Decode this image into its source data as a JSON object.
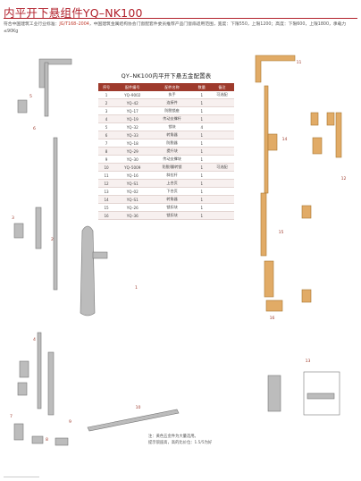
{
  "header": {
    "title": "内平开下悬组件YQ–NK100",
    "intro_prefix": "符合中国建筑工业行业标准：",
    "intro_standard": "JG/T168–2004",
    "intro_rest": "，中国建筑金属结构协会门窗配套件委员推荐产品门窗扇适用范围，宽度：下限550，上限1200；高度：下限600，上限1800，承载力≤90Kg"
  },
  "table": {
    "title": "QY–NK100内平开下悬五金配置表",
    "columns": [
      "序号",
      "配件编号",
      "配件名称",
      "数量",
      "备注"
    ],
    "rows": [
      [
        "1",
        "YQ–9002",
        "执手",
        "1",
        "可选配"
      ],
      [
        "2",
        "YQ–42",
        "连接件",
        "1",
        ""
      ],
      [
        "3",
        "YQ–17",
        "防脱锁座",
        "1",
        ""
      ],
      [
        "4",
        "YQ–19",
        "传动支撑杆",
        "1",
        ""
      ],
      [
        "5",
        "YQ–32",
        "锁块",
        "4",
        ""
      ],
      [
        "6",
        "YQ–33",
        "转角器",
        "1",
        ""
      ],
      [
        "7",
        "YQ–18",
        "防脱器",
        "1",
        ""
      ],
      [
        "8",
        "YQ–29",
        "提升块",
        "1",
        ""
      ],
      [
        "9",
        "YQ–30",
        "传动支撑块",
        "1",
        ""
      ],
      [
        "10",
        "YQ–5009",
        "防脱/翻转锁",
        "1",
        "可选配"
      ],
      [
        "11",
        "YQ–16",
        "斜拉杆",
        "1",
        ""
      ],
      [
        "12",
        "YQ–S1",
        "上合页",
        "1",
        ""
      ],
      [
        "13",
        "YQ–02",
        "下合页",
        "1",
        ""
      ],
      [
        "14",
        "YQ–S1",
        "转角器",
        "1",
        ""
      ],
      [
        "15",
        "YQ–26",
        "锁扣块",
        "1",
        ""
      ],
      [
        "16",
        "YQ–36",
        "锁扣块",
        "1",
        ""
      ]
    ]
  },
  "callouts": [
    "1",
    "2",
    "3",
    "4",
    "5",
    "6",
    "7",
    "8",
    "9",
    "10",
    "11",
    "12",
    "13",
    "14",
    "15",
    "16"
  ],
  "note": {
    "line1": "注：黄色五金件为大量选用。",
    "line2": "提示锁座高，高的比价位：1.5/5为好"
  },
  "colors": {
    "accent": "#b2202b",
    "header_bg": "#9e3a2c",
    "hardware_gold": "#d9a25a",
    "hardware_grey": "#9a9a9a"
  }
}
